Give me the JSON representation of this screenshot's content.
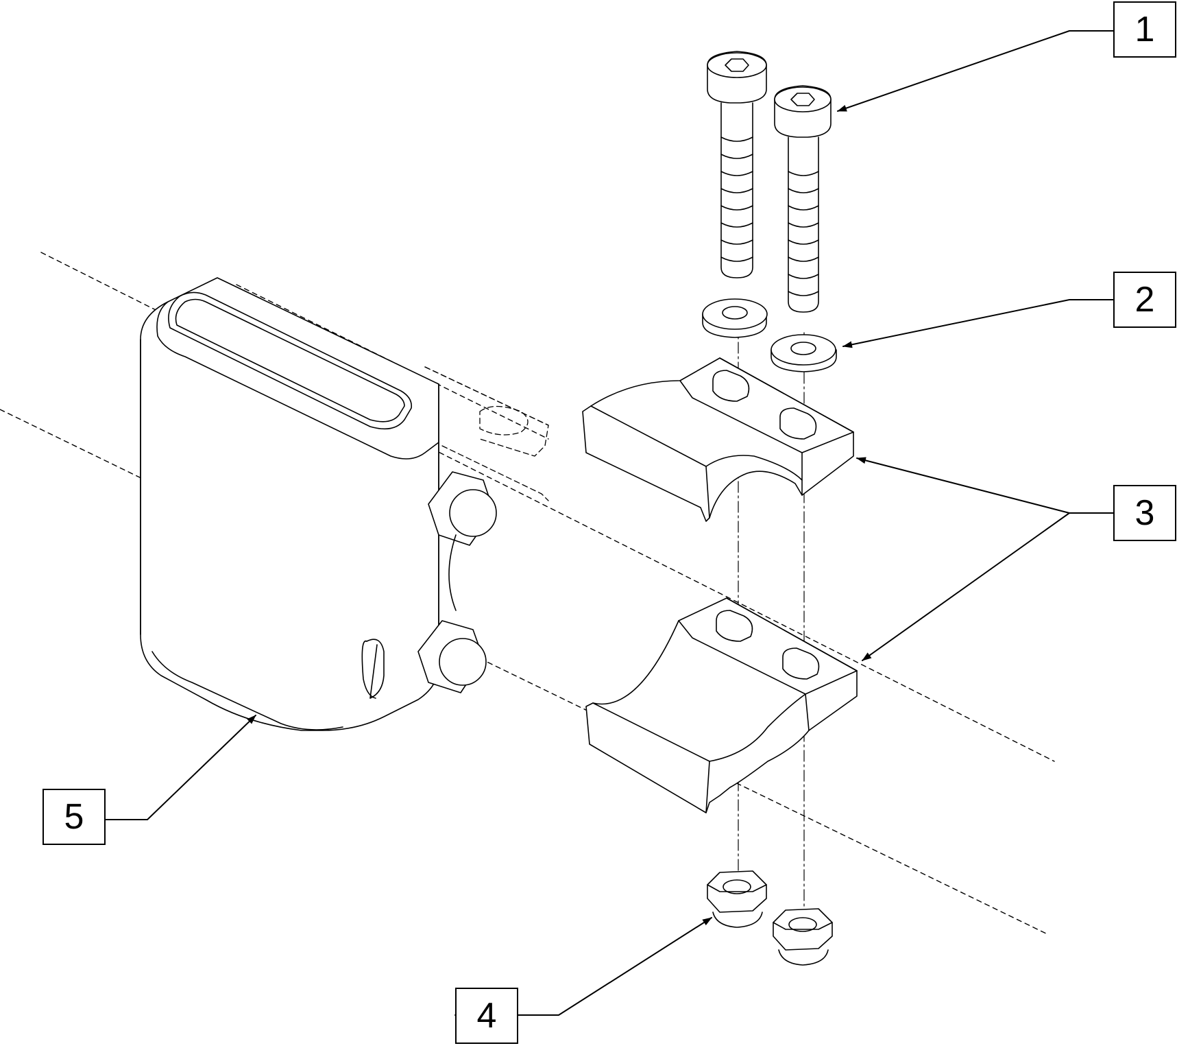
{
  "diagram": {
    "line_color": "#000000",
    "background_color": "#ffffff",
    "callouts": [
      {
        "id": "1",
        "label": "1",
        "part": "socket-head-cap-screw"
      },
      {
        "id": "2",
        "label": "2",
        "part": "washer"
      },
      {
        "id": "3",
        "label": "3",
        "part": "tube-clamp-half"
      },
      {
        "id": "4",
        "label": "4",
        "part": "lock-nut"
      },
      {
        "id": "5",
        "label": "5",
        "part": "clamp-block-housing"
      }
    ]
  }
}
